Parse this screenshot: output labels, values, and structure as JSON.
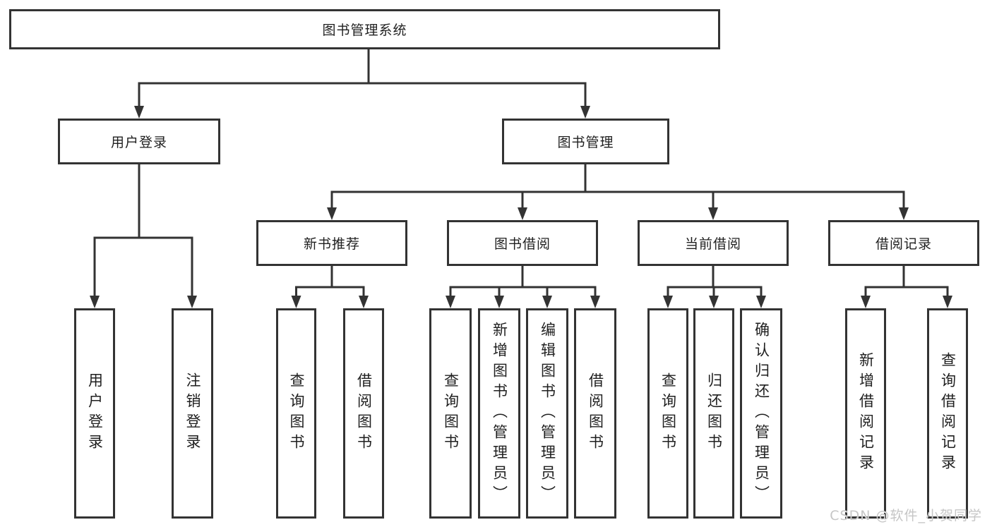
{
  "tree": {
    "root": {
      "label": "图书管理系统"
    },
    "children": [
      {
        "label": "用户登录",
        "children": [
          {
            "label": "用户登录"
          },
          {
            "label": "注销登录"
          }
        ]
      },
      {
        "label": "图书管理",
        "children": [
          {
            "label": "新书推荐",
            "children": [
              {
                "label": "查询图书"
              },
              {
                "label": "借阅图书"
              }
            ]
          },
          {
            "label": "图书借阅",
            "children": [
              {
                "label": "查询图书"
              },
              {
                "label": "新增图书（管理员）"
              },
              {
                "label": "编辑图书（管理员）"
              },
              {
                "label": "借阅图书"
              }
            ]
          },
          {
            "label": "当前借阅",
            "children": [
              {
                "label": "查询图书"
              },
              {
                "label": "归还图书"
              },
              {
                "label": "确认归还（管理员）"
              }
            ]
          },
          {
            "label": "借阅记录",
            "children": [
              {
                "label": "新增借阅记录"
              },
              {
                "label": "查询借阅记录"
              }
            ]
          }
        ]
      }
    ]
  },
  "watermark": {
    "text": "CSDN @软件_小贺同学"
  },
  "colors": {
    "line": "#333333",
    "text": "#1f1f1f",
    "watermark": "#c6c6c6",
    "background": "#ffffff"
  }
}
